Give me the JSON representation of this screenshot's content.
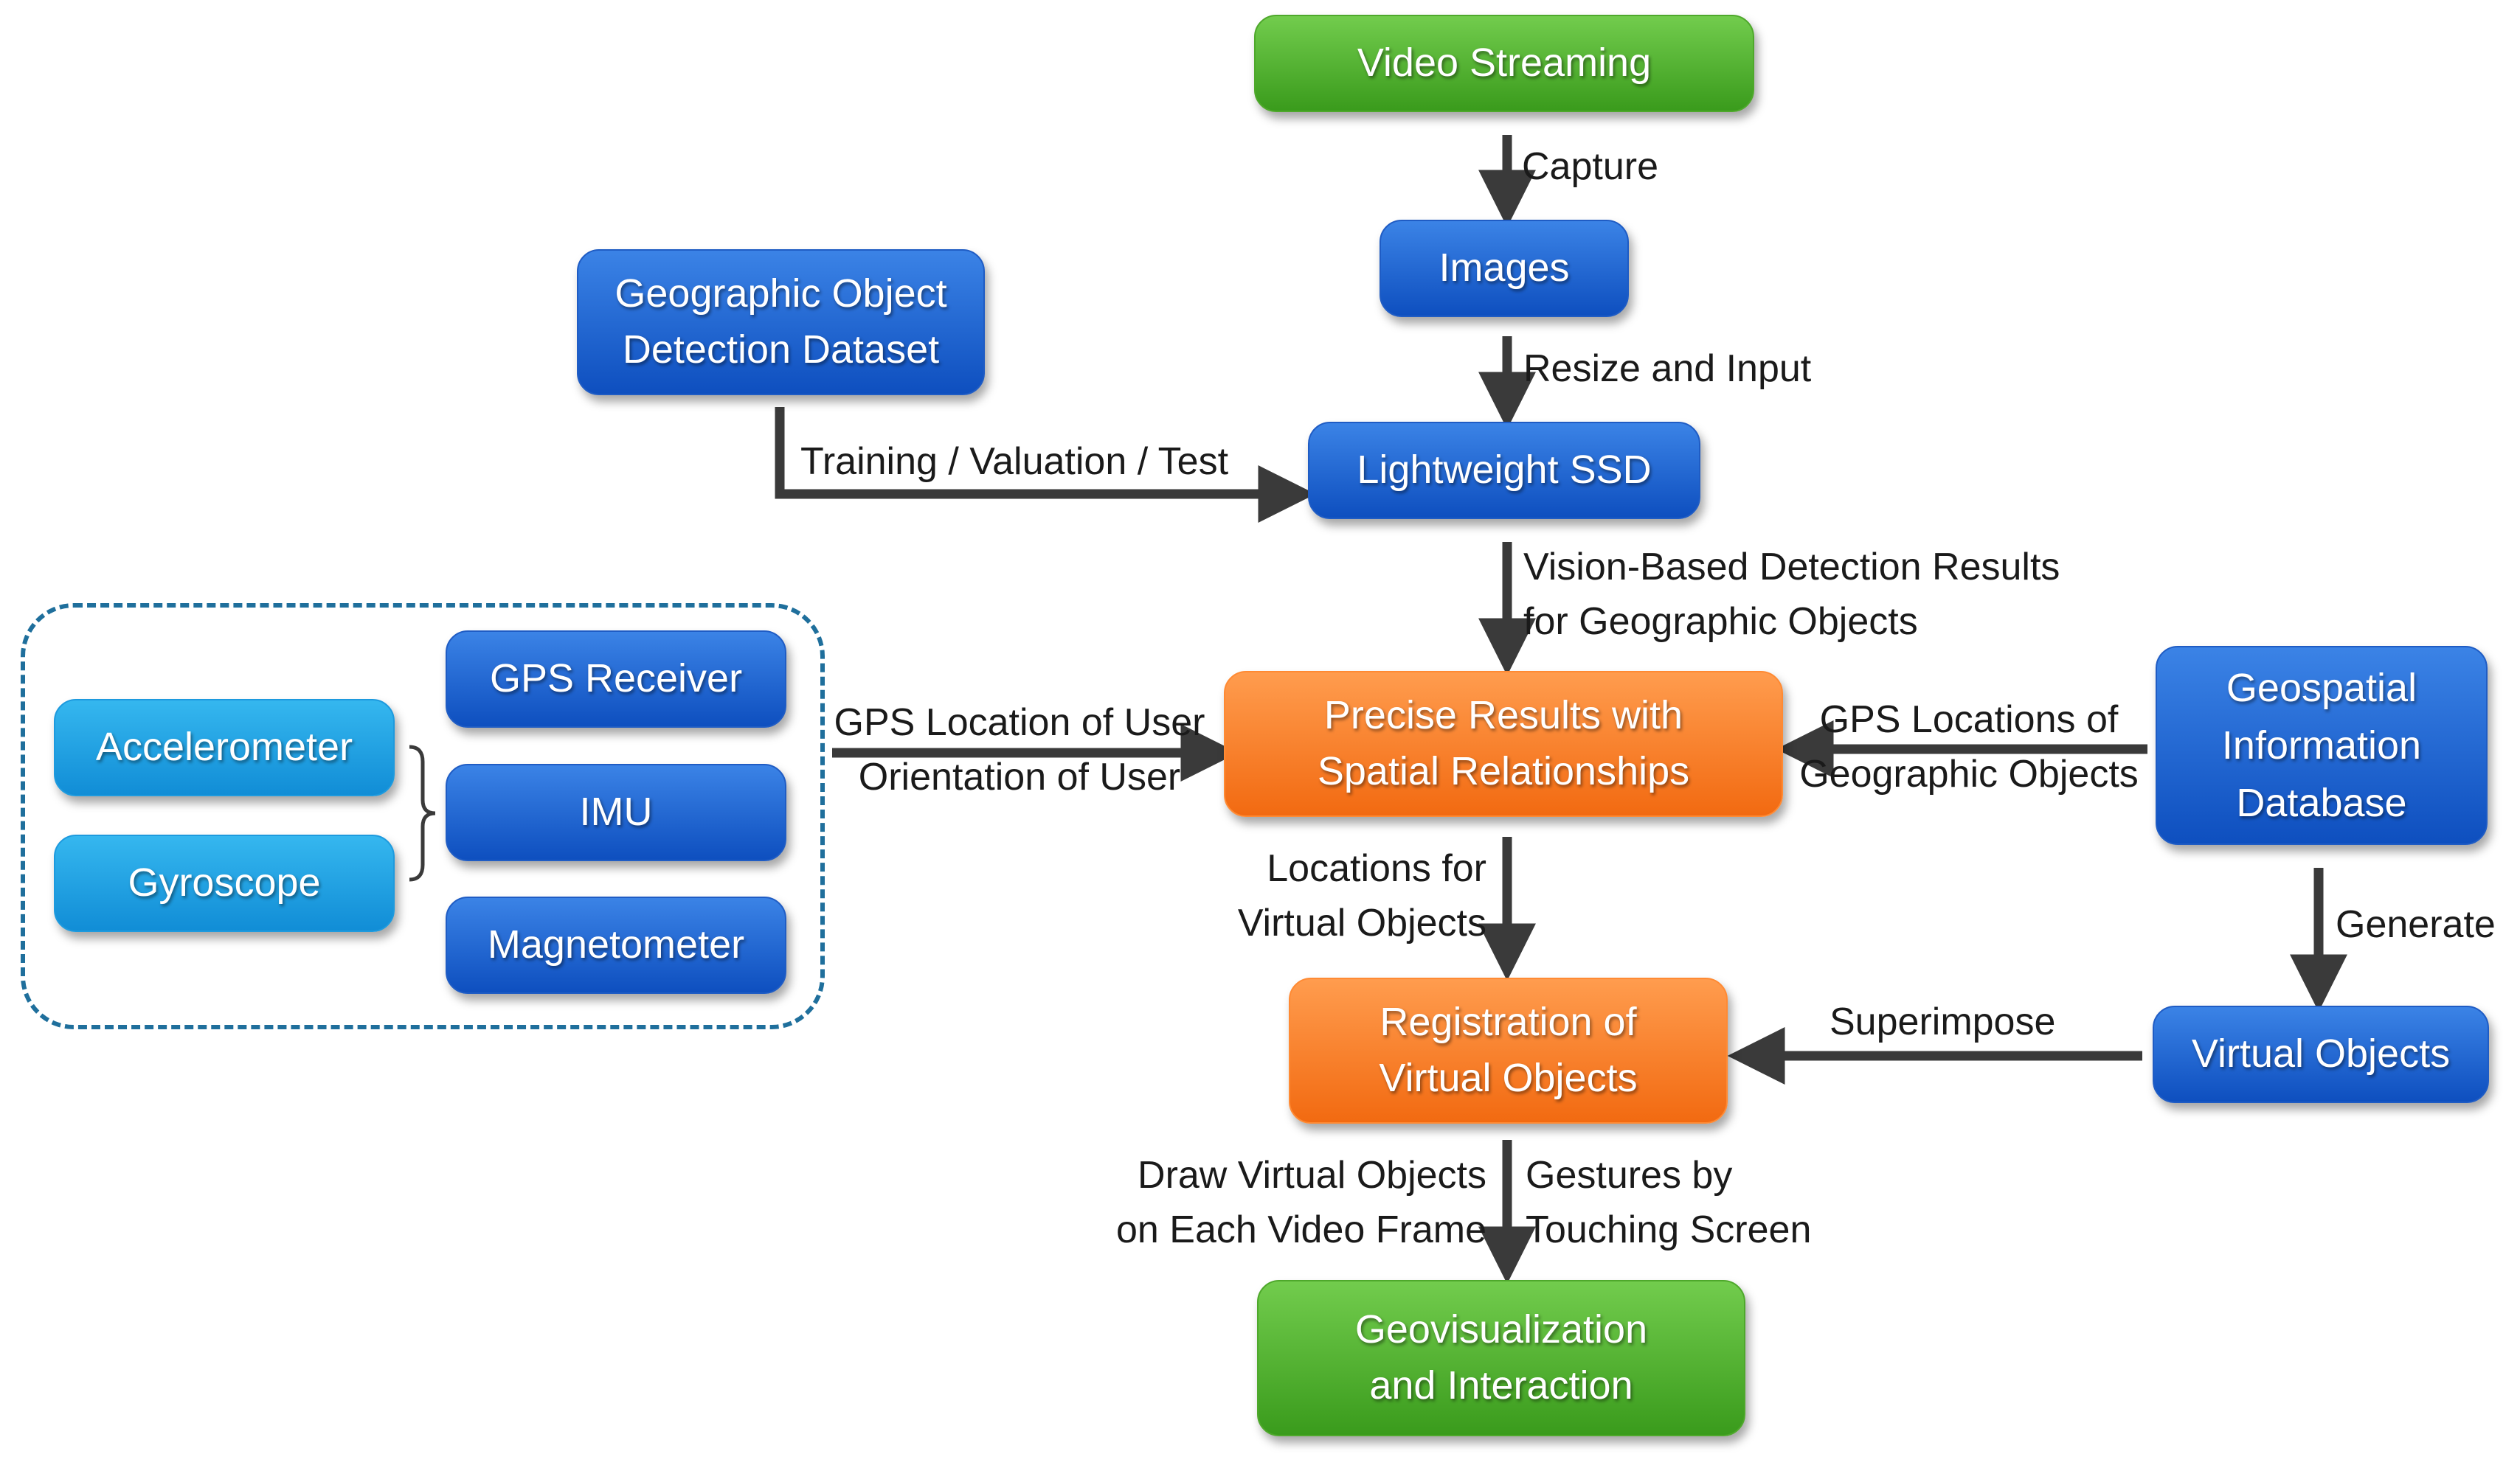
{
  "nodes": {
    "video_streaming": "Video Streaming",
    "images": "Images",
    "geo_dataset": [
      "Geographic Object",
      "Detection Dataset"
    ],
    "lightweight_ssd": "Lightweight SSD",
    "gps_receiver": "GPS Receiver",
    "accelerometer": "Accelerometer",
    "imu": "IMU",
    "gyroscope": "Gyroscope",
    "magnetometer": "Magnetometer",
    "precise_results": [
      "Precise Results with",
      "Spatial Relationships"
    ],
    "geospatial_db": [
      "Geospatial",
      "Information",
      "Database"
    ],
    "registration": [
      "Registration of",
      "Virtual Objects"
    ],
    "virtual_objects": "Virtual Objects",
    "geovisualization": [
      "Geovisualization",
      "and Interaction"
    ]
  },
  "edge_labels": {
    "capture": "Capture",
    "resize_input": "Resize and Input",
    "training": "Training / Valuation / Test",
    "vision_results": [
      "Vision-Based Detection Results",
      "for Geographic Objects"
    ],
    "gps_user": [
      "GPS Location of User",
      "Orientation of User"
    ],
    "gps_geo": [
      "GPS Locations of",
      "Geographic Objects"
    ],
    "locations_virtual": [
      "Locations for",
      "Virtual Objects"
    ],
    "generate": "Generate",
    "superimpose": "Superimpose",
    "draw_virtual": [
      "Draw Virtual Objects",
      "on Each Video Frame"
    ],
    "gestures": [
      "Gestures by",
      "Touching Screen"
    ]
  },
  "colors": {
    "green": "#4caf2b",
    "blue": "#1a5fd0",
    "orange": "#f7771d",
    "cyan": "#1ca2e3",
    "arrow": "#3a3a3a",
    "dashed_border": "#1f6f9c"
  }
}
